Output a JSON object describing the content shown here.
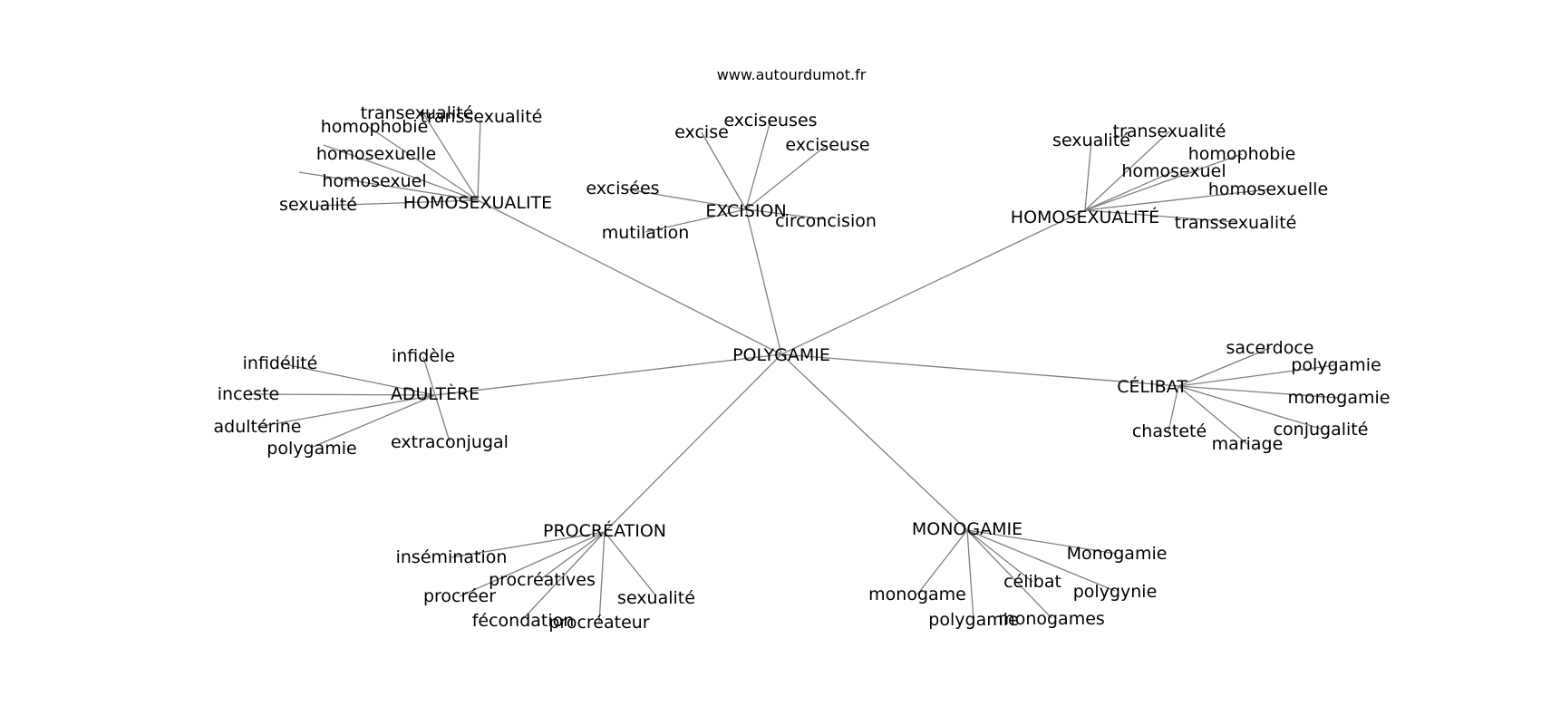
{
  "source": "www.autourdumot.fr",
  "center": "POLYGAMIE",
  "clusters": [
    {
      "key": "homosexualite_1",
      "label": "HOMOSEXUALITE",
      "words": [
        "transexualité",
        "transsexualité",
        "homophobie",
        "homosexuelle",
        "homosexuel",
        "sexualité"
      ]
    },
    {
      "key": "excision",
      "label": "EXCISION",
      "words": [
        "excise",
        "exciseuses",
        "exciseuse",
        "excisées",
        "mutilation",
        "circoncision"
      ]
    },
    {
      "key": "homosexualite_2",
      "label": "HOMOSEXUALITÉ",
      "words": [
        "sexualité",
        "transexualité",
        "homophobie",
        "homosexuel",
        "homosexuelle",
        "transsexualité"
      ]
    },
    {
      "key": "adultere",
      "label": "ADULTÈRE",
      "words": [
        "infidélité",
        "infidèle",
        "inceste",
        "adultérine",
        "polygamie",
        "extraconjugal"
      ]
    },
    {
      "key": "celibat",
      "label": "CÉLIBAT",
      "words": [
        "sacerdoce",
        "polygamie",
        "monogamie",
        "chasteté",
        "conjugalité",
        "mariage"
      ]
    },
    {
      "key": "procreation",
      "label": "PROCRÉATION",
      "words": [
        "insémination",
        "procréatives",
        "procréer",
        "sexualité",
        "fécondation",
        "procréateur"
      ]
    },
    {
      "key": "monogamie",
      "label": "MONOGAMIE",
      "words": [
        "Monogamie",
        "célibat",
        "polygynie",
        "monogame",
        "polygamie",
        "monogames"
      ]
    }
  ]
}
